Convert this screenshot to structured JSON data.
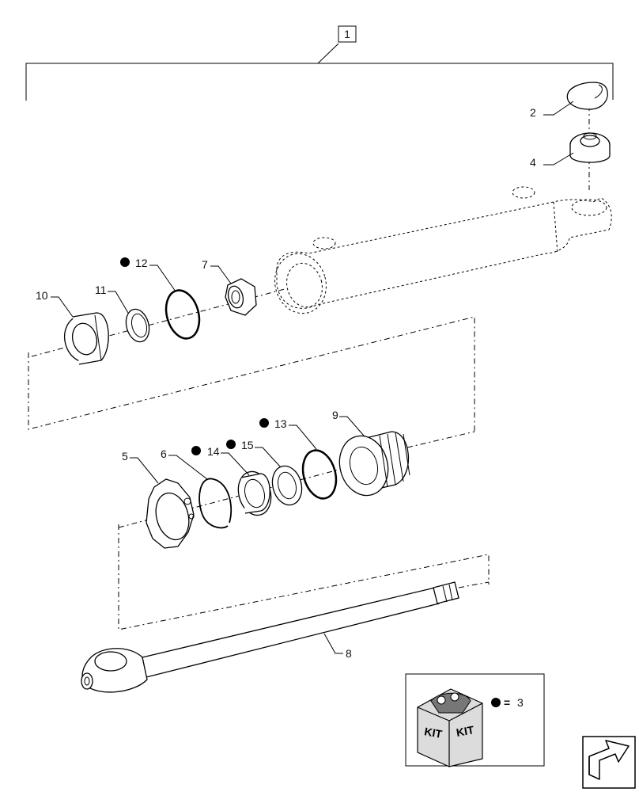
{
  "assembly": {
    "number": "1"
  },
  "callouts": {
    "c2": "2",
    "c4": "4",
    "c5": "5",
    "c6": "6",
    "c7": "7",
    "c8": "8",
    "c9": "9",
    "c10": "10",
    "c11": "11",
    "c12": "12",
    "c13": "13",
    "c14": "14",
    "c15": "15"
  },
  "kit": {
    "label_left": "KIT",
    "label_right": "KIT",
    "legend_equals": "=",
    "legend_value": "3"
  },
  "colors": {
    "line": "#000000",
    "background": "#ffffff",
    "kit_box": "#dcdcdc"
  },
  "icons": {
    "kit_marker": "filled-circle",
    "navigation": "arrow-icon"
  }
}
